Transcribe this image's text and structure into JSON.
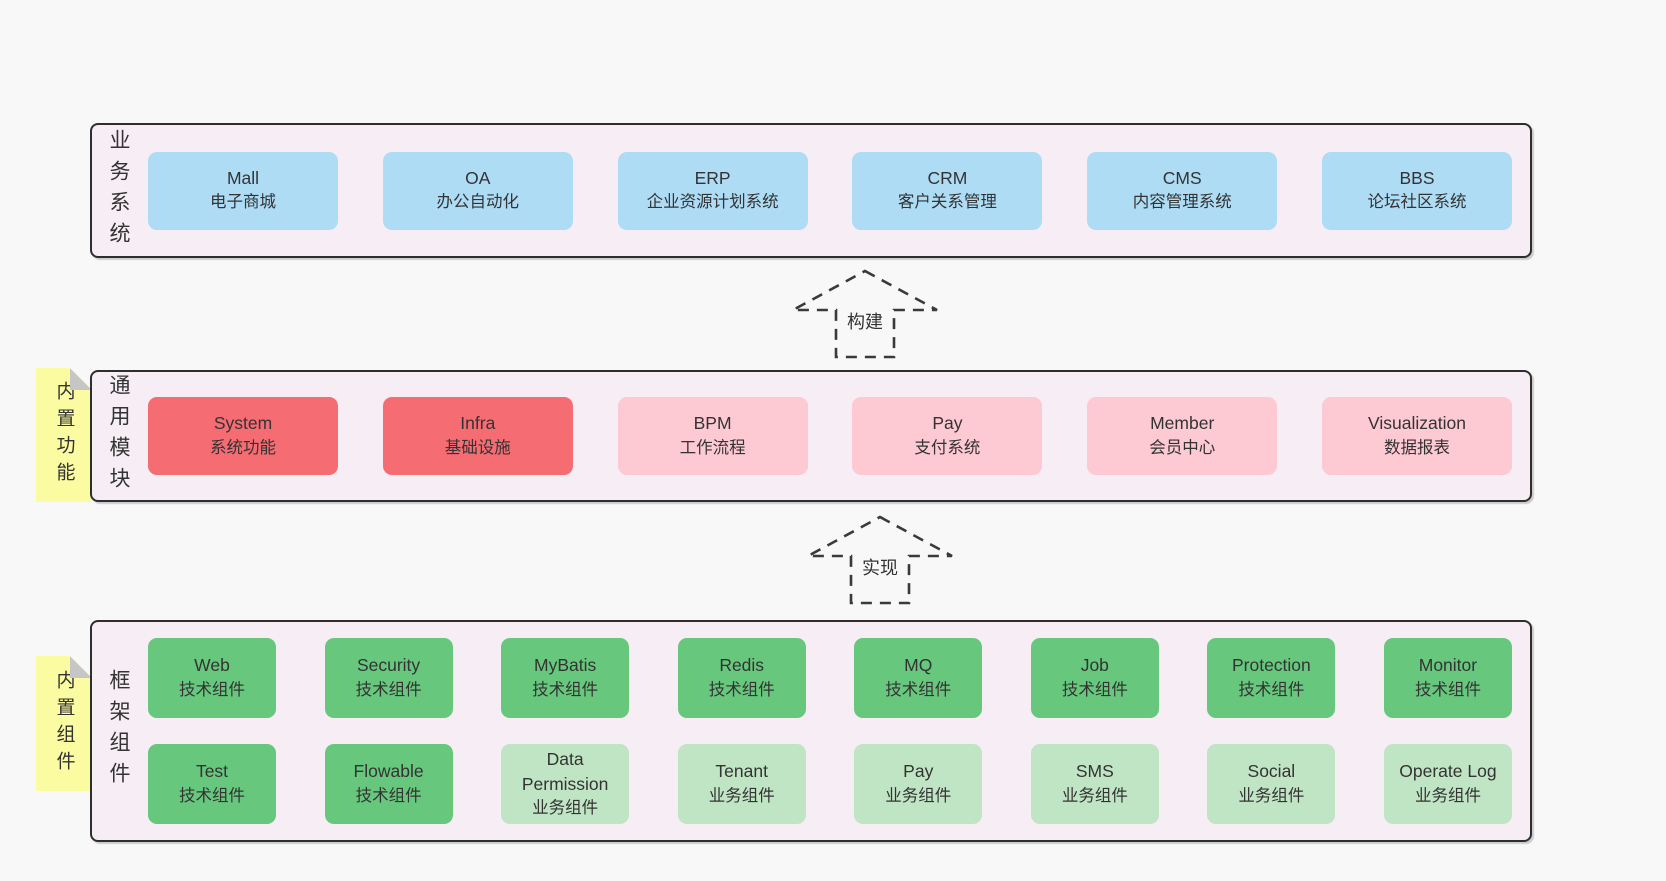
{
  "diagram": {
    "layers": {
      "business": {
        "label": "业务系统",
        "boxes": [
          {
            "name": "Mall",
            "desc": "电子商城"
          },
          {
            "name": "OA",
            "desc": "办公自动化"
          },
          {
            "name": "ERP",
            "desc": "企业资源计划系统"
          },
          {
            "name": "CRM",
            "desc": "客户关系管理"
          },
          {
            "name": "CMS",
            "desc": "内容管理系统"
          },
          {
            "name": "BBS",
            "desc": "论坛社区系统"
          }
        ]
      },
      "modules": {
        "label": "通用模块",
        "note": "内置功能",
        "boxes": [
          {
            "name": "System",
            "desc": "系统功能"
          },
          {
            "name": "Infra",
            "desc": "基础设施"
          },
          {
            "name": "BPM",
            "desc": "工作流程"
          },
          {
            "name": "Pay",
            "desc": "支付系统"
          },
          {
            "name": "Member",
            "desc": "会员中心"
          },
          {
            "name": "Visualization",
            "desc": "数据报表"
          }
        ]
      },
      "components": {
        "label": "框架组件",
        "note": "内置组件",
        "row1": [
          {
            "name": "Web",
            "desc": "技术组件"
          },
          {
            "name": "Security",
            "desc": "技术组件"
          },
          {
            "name": "MyBatis",
            "desc": "技术组件"
          },
          {
            "name": "Redis",
            "desc": "技术组件"
          },
          {
            "name": "MQ",
            "desc": "技术组件"
          },
          {
            "name": "Job",
            "desc": "技术组件"
          },
          {
            "name": "Protection",
            "desc": "技术组件"
          },
          {
            "name": "Monitor",
            "desc": "技术组件"
          }
        ],
        "row2": [
          {
            "name": "Test",
            "desc": "技术组件"
          },
          {
            "name": "Flowable",
            "desc": "技术组件"
          },
          {
            "name": "Data Permission",
            "desc": "业务组件"
          },
          {
            "name": "Tenant",
            "desc": "业务组件"
          },
          {
            "name": "Pay",
            "desc": "业务组件"
          },
          {
            "name": "SMS",
            "desc": "业务组件"
          },
          {
            "name": "Social",
            "desc": "业务组件"
          },
          {
            "name": "Operate Log",
            "desc": "业务组件"
          }
        ]
      }
    },
    "arrows": [
      {
        "label": "构建"
      },
      {
        "label": "实现"
      }
    ],
    "colors": {
      "page_bg": "#f8f8f8",
      "panel_bg": "#f7edf5",
      "panel_border": "#2e2e2e",
      "system_blue": "#aedcf5",
      "module_red": "#f56c72",
      "module_pink": "#fdc9d3",
      "tech_green": "#67c87d",
      "biz_light_green": "#c0e5c5",
      "note_yellow": "#fbfba2",
      "note_fold_gray": "#c6c6c6",
      "text": "#333333",
      "arrow_stroke": "#3a3a3a"
    }
  }
}
